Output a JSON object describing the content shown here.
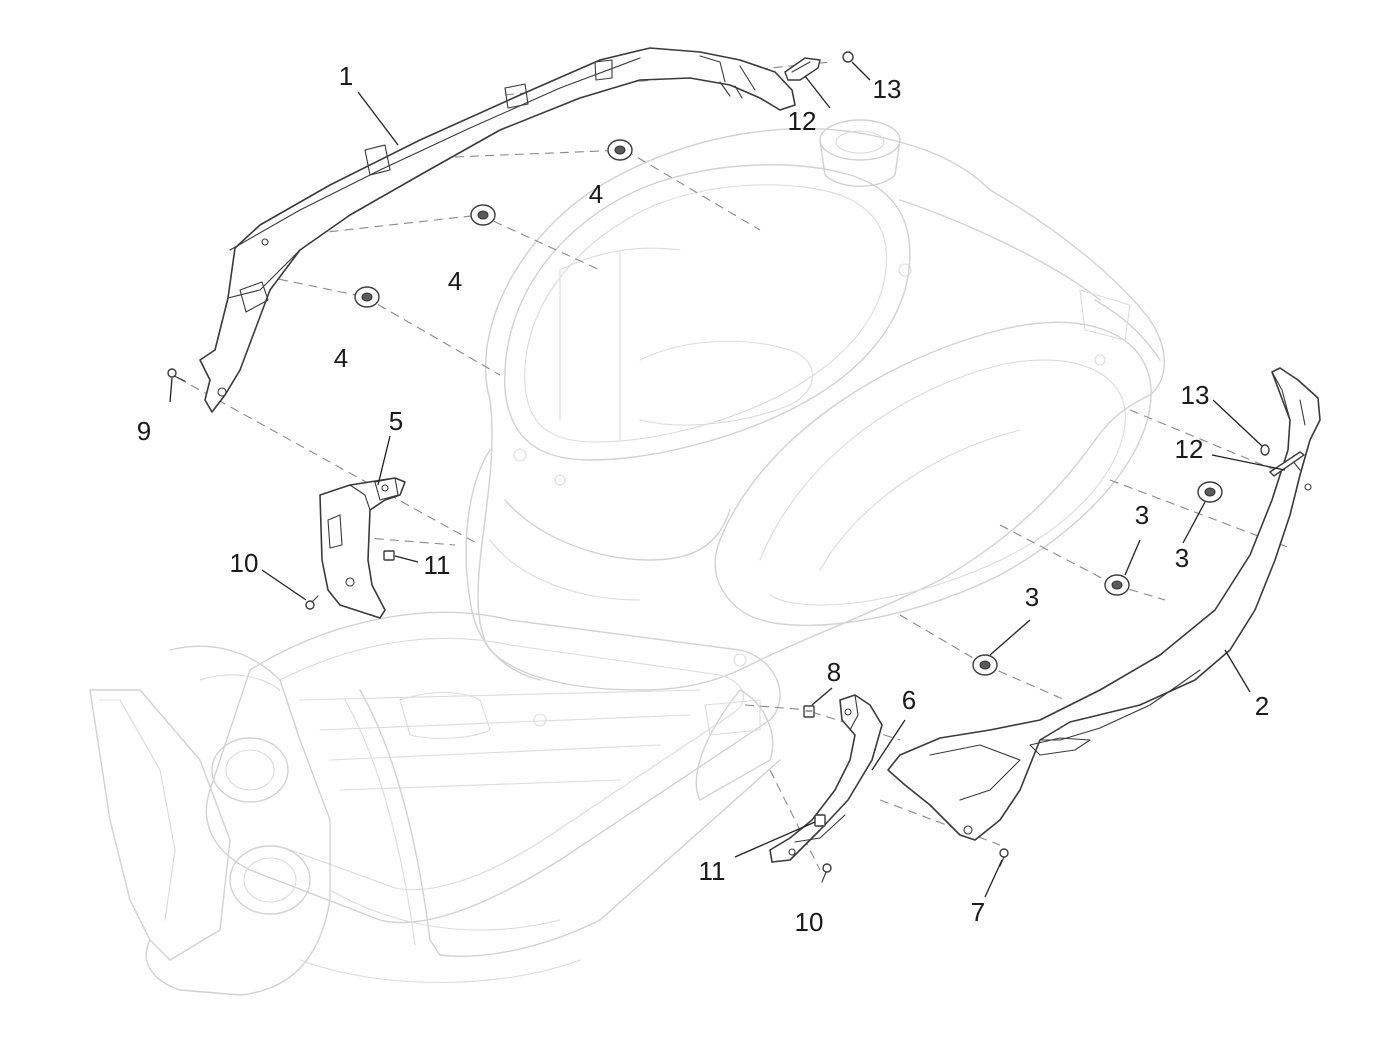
{
  "callouts": [
    {
      "id": "c1",
      "label": "1"
    },
    {
      "id": "c2",
      "label": "2"
    },
    {
      "id": "c3a",
      "label": "3"
    },
    {
      "id": "c3b",
      "label": "3"
    },
    {
      "id": "c3c",
      "label": "3"
    },
    {
      "id": "c4a",
      "label": "4"
    },
    {
      "id": "c4b",
      "label": "4"
    },
    {
      "id": "c4c",
      "label": "4"
    },
    {
      "id": "c5",
      "label": "5"
    },
    {
      "id": "c6",
      "label": "6"
    },
    {
      "id": "c7",
      "label": "7"
    },
    {
      "id": "c8",
      "label": "8"
    },
    {
      "id": "c9",
      "label": "9"
    },
    {
      "id": "c10a",
      "label": "10"
    },
    {
      "id": "c10b",
      "label": "10"
    },
    {
      "id": "c11a",
      "label": "11"
    },
    {
      "id": "c11b",
      "label": "11"
    },
    {
      "id": "c12a",
      "label": "12"
    },
    {
      "id": "c12b",
      "label": "12"
    },
    {
      "id": "c13a",
      "label": "13"
    },
    {
      "id": "c13b",
      "label": "13"
    }
  ]
}
